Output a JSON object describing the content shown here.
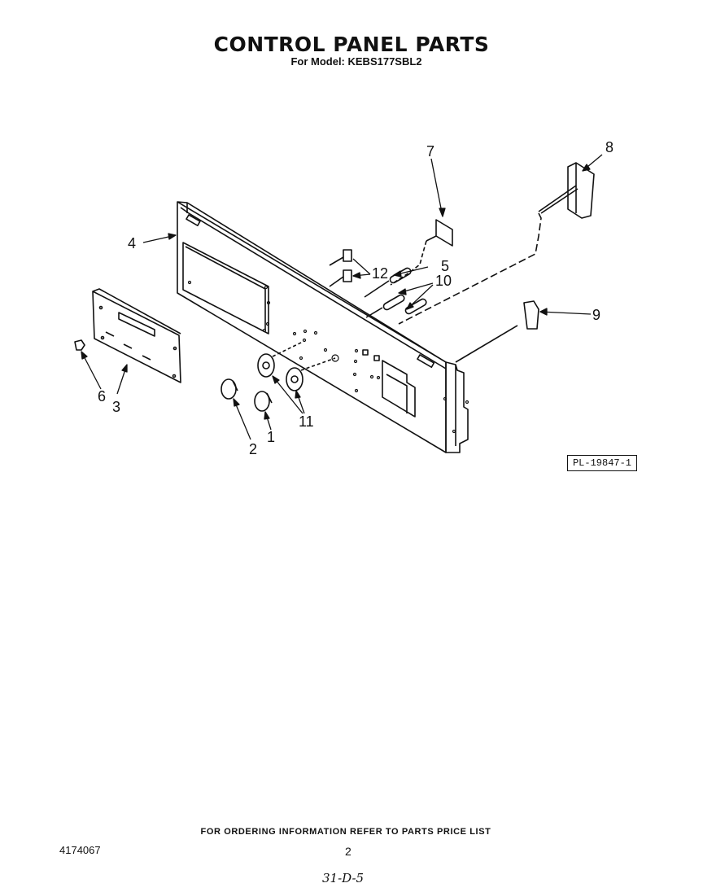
{
  "title": "CONTROL PANEL PARTS",
  "subtitle": "For Model: KEBS177SBL2",
  "callouts": [
    "1",
    "2",
    "3",
    "4",
    "5",
    "6",
    "7",
    "8",
    "9",
    "10",
    "11",
    "12"
  ],
  "plate_number": "PL-19847-1",
  "footer": "FOR ORDERING INFORMATION REFER TO PARTS PRICE LIST",
  "doc_number": "4174067",
  "page_number": "2",
  "handwritten_note": "31-D-5"
}
